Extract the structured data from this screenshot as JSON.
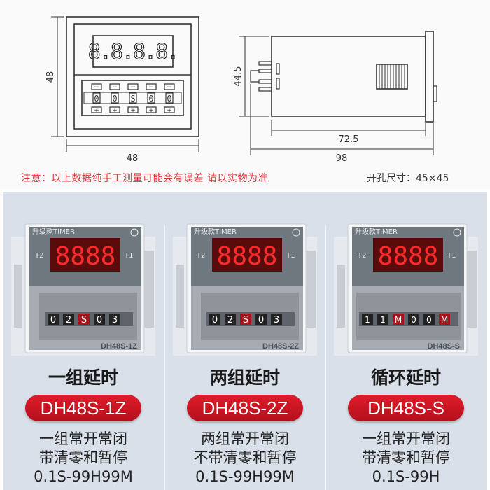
{
  "drawing": {
    "front_view": {
      "width_label": "48",
      "height_label": "48",
      "display_digits": "8.8.8.8.",
      "dial_values": [
        "0",
        "0",
        "S",
        "0",
        "0"
      ],
      "minus_symbol": "−",
      "plus_symbol": "+"
    },
    "side_view": {
      "height_label": "44.5",
      "body_length_label": "72.5",
      "total_length_label": "98"
    }
  },
  "note": "注意：以上数据纯手工测量可能会有误差 请以实物为准",
  "cutout": "开孔尺寸：45×45",
  "products": [
    {
      "brand": "升级款TIMER",
      "t2": "T2",
      "t1": "T1",
      "display": "8888",
      "dials": [
        "0",
        "2",
        "S",
        "0",
        "3"
      ],
      "red_dials": [
        2
      ],
      "model_on_device": "DH48S-1Z",
      "title": "一组延时",
      "model": "DH48S-1Z",
      "desc_line1": "一组常开常闭",
      "desc_line2": "带清零和暂停",
      "desc_line3": "0.1S-99H99M"
    },
    {
      "brand": "升级款TIMER",
      "t2": "T2",
      "t1": "T1",
      "display": "8888",
      "dials": [
        "0",
        "2",
        "S",
        "0",
        "3"
      ],
      "red_dials": [
        2
      ],
      "model_on_device": "DH48S-2Z",
      "title": "两组延时",
      "model": "DH48S-2Z",
      "desc_line1": "两组常开常闭",
      "desc_line2": "不带清零和暂停",
      "desc_line3": "0.1S-99H99M"
    },
    {
      "brand": "升级款TIMER",
      "t2": "T2",
      "t1": "T1",
      "display": "8888",
      "dials": [
        "1",
        "1",
        "M",
        "0",
        "0",
        "M"
      ],
      "red_dials": [
        2,
        5
      ],
      "model_on_device": "DH48S-S",
      "title": "循环延时",
      "model": "DH48S-S",
      "desc_line1": "一组常开常闭",
      "desc_line2": "带清零和暂停",
      "desc_line3": "0.1S-99H"
    }
  ],
  "colors": {
    "note_red": "#e0343c",
    "pill_red": "#d01522",
    "led_red": "#ff2a2a",
    "panel_bg": "#d9e0ea",
    "device_gray": "#6f777f"
  }
}
